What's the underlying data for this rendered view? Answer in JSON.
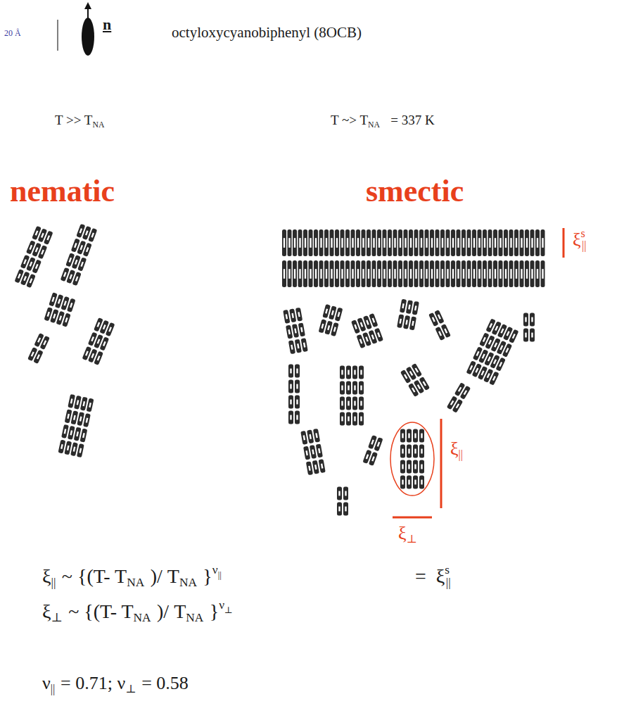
{
  "diagram": {
    "labels": [
      "20 Å",
      "n",
      "octyloxycyanobiphenyl (8OCB)",
      "T >> T",
      "NA",
      "T ~> T",
      "NA",
      "= 337 K",
      "nematic",
      "smectic",
      "ξ",
      "s",
      "||",
      "ξ",
      "||",
      "ξ",
      "⊥",
      "ξ",
      "||",
      "~ {(T- T",
      "NA",
      ")/ T",
      "NA",
      "}",
      "ν",
      "||",
      "=",
      "ξ",
      "s",
      "||",
      "ξ",
      "⊥",
      "~ {(T- T",
      "NA",
      ")/ T",
      "NA",
      "}",
      "ν",
      "⊥",
      "ν",
      "||",
      "= 0.71; ν",
      "⊥",
      "= 0.58"
    ]
  }
}
